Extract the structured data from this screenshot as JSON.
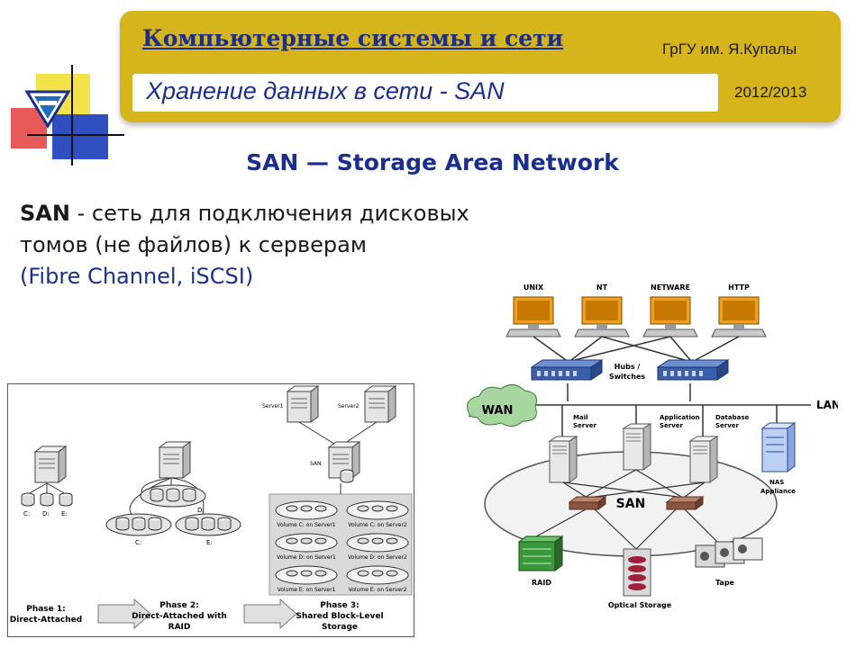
{
  "header": {
    "course_title": "Компьютерные системы и сети",
    "university": "ГрГУ им. Я.Купалы",
    "topic": "Хранение данных в сети - SAN",
    "year": "2012/2013"
  },
  "slide": {
    "heading": "SAN — Storage Area Network",
    "term": "SAN",
    "definition_line1": " - сеть для подключения дисковых",
    "definition_line2": "томов (не файлов) к серверам",
    "technologies": "(Fibre Channel, iSCSI)"
  },
  "phases_diagram": {
    "server1_label": "Server1",
    "server2_label": "Server2",
    "san_label": "SAN",
    "drive_c": "C:",
    "drive_d": "D:",
    "drive_e": "E:",
    "raid_d": "D:",
    "raid_c": "C:",
    "raid_e": "E:",
    "volumes": [
      "Volume C: on Server1",
      "Volume C: on Server2",
      "Volume D: on Server1",
      "Volume D: on Server2",
      "Volume E: on Server1",
      "Volume E: on Server2"
    ],
    "phase1": "Phase 1:",
    "phase1_name": "Direct-Attached",
    "phase2": "Phase 2:",
    "phase2_line2": "Direct-Attached with",
    "phase2_line3": "RAID",
    "phase3": "Phase 3:",
    "phase3_line2": "Shared Block-Level",
    "phase3_line3": "Storage"
  },
  "san_diagram": {
    "clients": [
      "UNIX",
      "NT",
      "NETWARE",
      "HTTP"
    ],
    "hubs_line1": "Hubs /",
    "hubs_line2": "Switches",
    "wan": "WAN",
    "lan": "LAN",
    "mail_line1": "Mail",
    "mail_line2": "Server",
    "app_line1": "Application",
    "app_line2": "Server",
    "db_line1": "Database",
    "db_line2": "Server",
    "nas_line1": "NAS",
    "nas_line2": "Appliance",
    "san": "SAN",
    "raid": "RAID",
    "optical": "Optical Storage",
    "tape": "Tape"
  },
  "colors": {
    "header_gold": "#d5b41c",
    "title_blue": "#1c2e8c",
    "monitor_orange": "#f0a020",
    "switch_blue": "#3b5fa8"
  }
}
